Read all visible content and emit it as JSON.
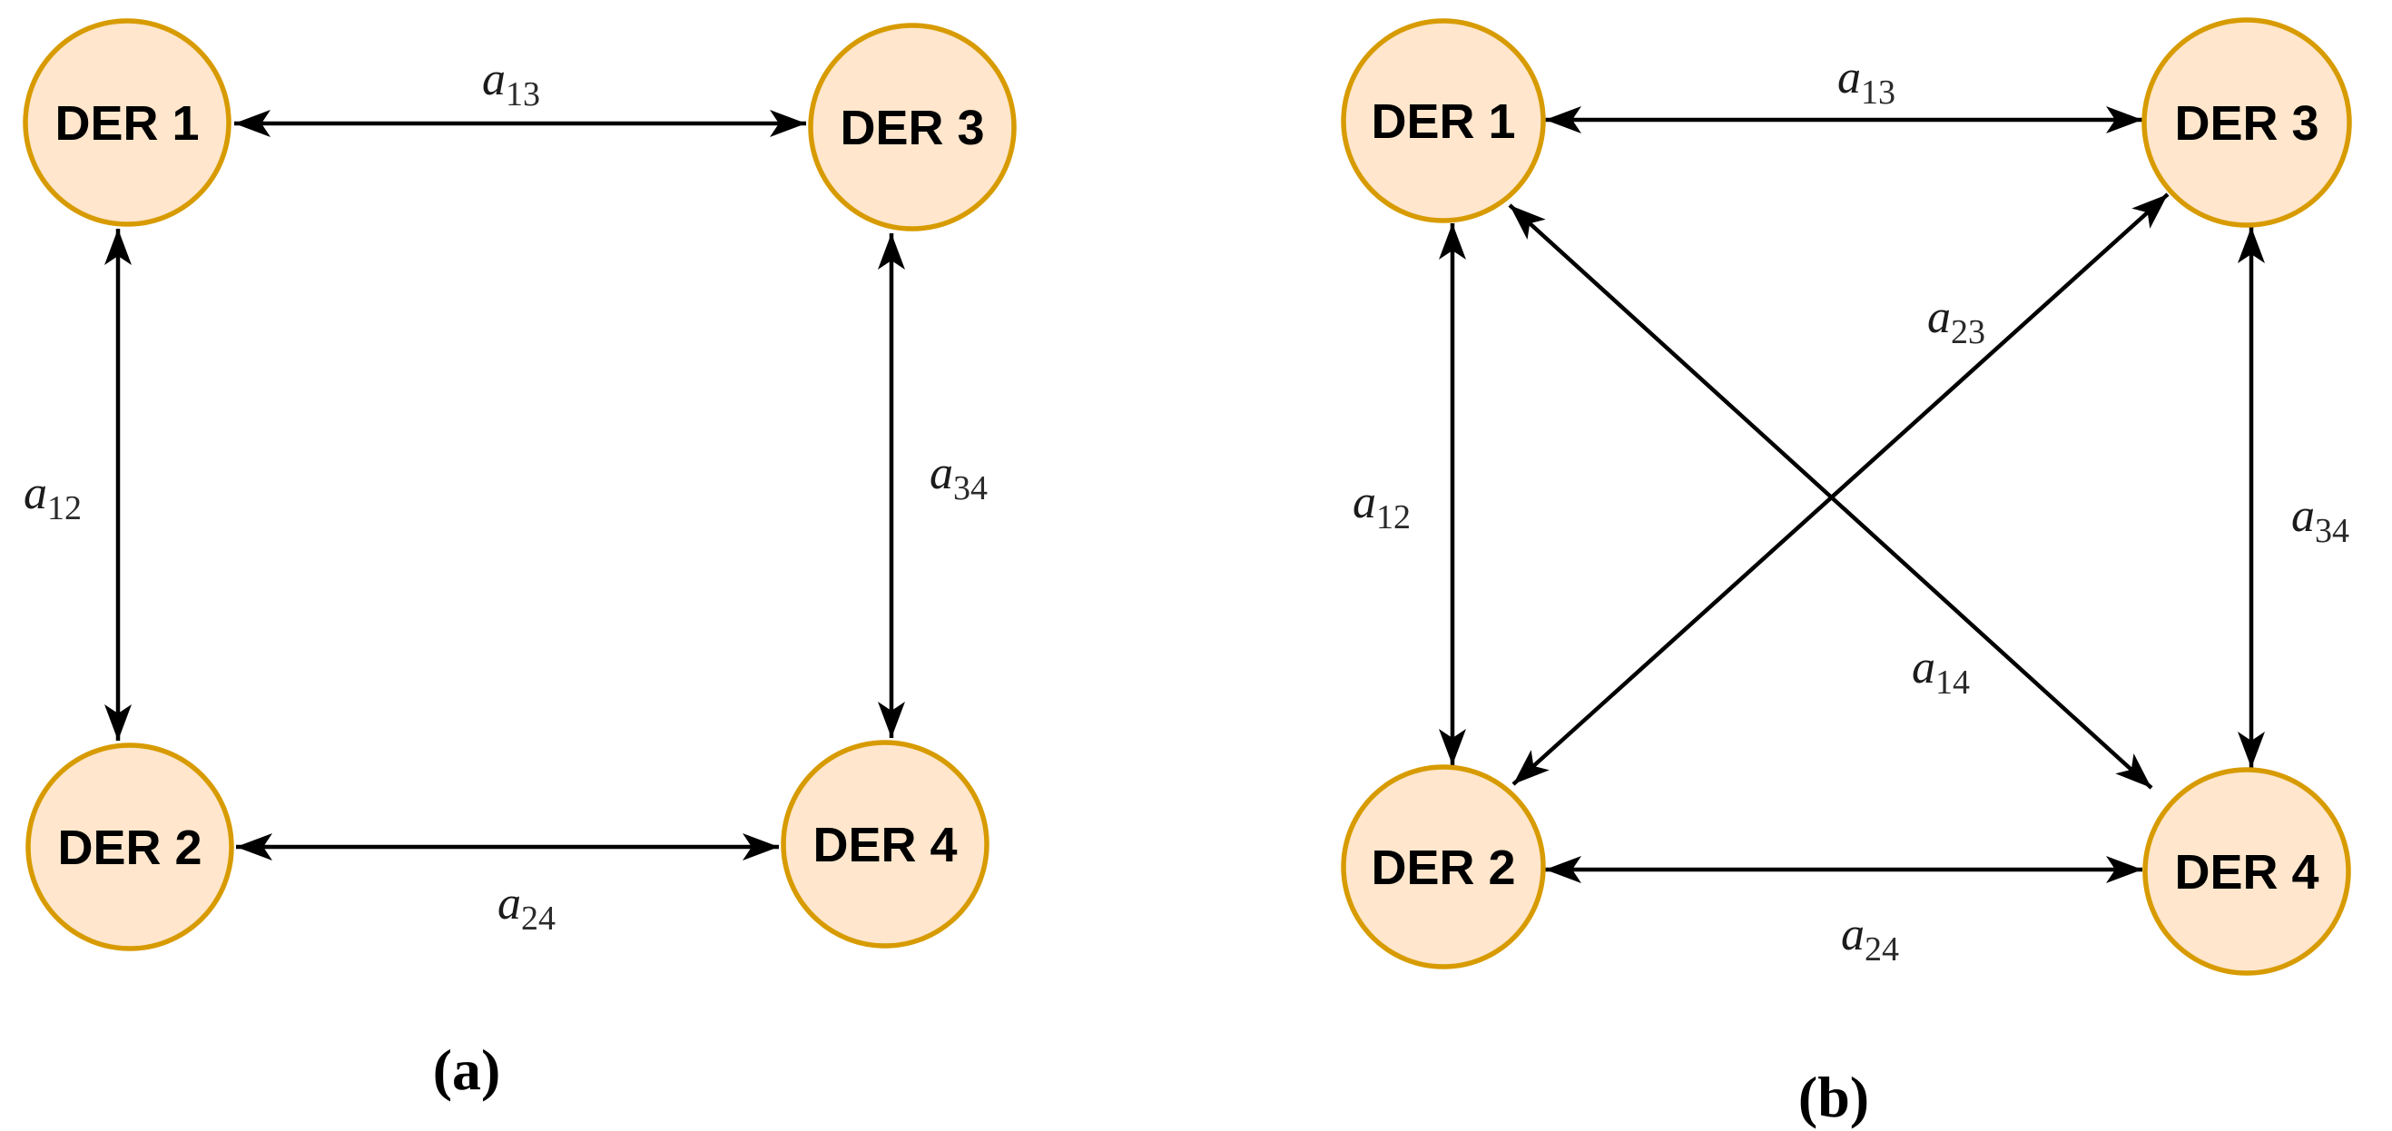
{
  "figure": {
    "description": "Two DER communication topology graphs",
    "colors": {
      "node_fill": "#FFE6CC",
      "node_stroke": "#D79B00",
      "edge_color": "#000000",
      "node_text_color": "#000000",
      "edge_label_color": "#1B1B1B"
    },
    "panel_a": {
      "caption": "(a)",
      "nodes": {
        "der1": {
          "label": "DER 1"
        },
        "der2": {
          "label": "DER 2"
        },
        "der3": {
          "label": "DER 3"
        },
        "der4": {
          "label": "DER 4"
        }
      },
      "edge_labels": {
        "a13": {
          "base": "a",
          "sub": "13"
        },
        "a12": {
          "base": "a",
          "sub": "12"
        },
        "a34": {
          "base": "a",
          "sub": "34"
        },
        "a24": {
          "base": "a",
          "sub": "24"
        }
      }
    },
    "panel_b": {
      "caption": "(b)",
      "nodes": {
        "der1": {
          "label": "DER 1"
        },
        "der2": {
          "label": "DER 2"
        },
        "der3": {
          "label": "DER 3"
        },
        "der4": {
          "label": "DER 4"
        }
      },
      "edge_labels": {
        "a13": {
          "base": "a",
          "sub": "13"
        },
        "a12": {
          "base": "a",
          "sub": "12"
        },
        "a34": {
          "base": "a",
          "sub": "34"
        },
        "a24": {
          "base": "a",
          "sub": "24"
        },
        "a23": {
          "base": "a",
          "sub": "23"
        },
        "a14": {
          "base": "a",
          "sub": "14"
        }
      }
    }
  }
}
